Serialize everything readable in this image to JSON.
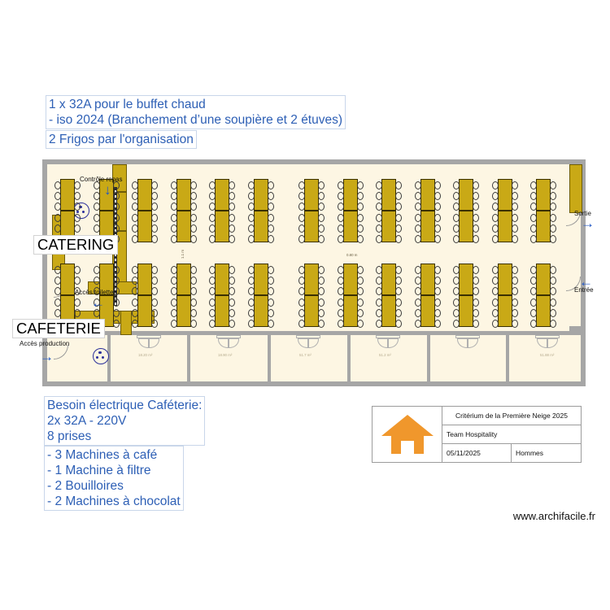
{
  "notes": {
    "buffet": "1 x 32A pour le buffet chaud\n- iso 2024 (Branchement d’une soupière et 2 étuves)",
    "frigos": "2 Frigos par l'organisation",
    "cafeterie_elec": "Besoin électrique Caféterie:\n2x 32A - 220V\n8 prises",
    "cafeterie_machines": "- 3 Machines à café\n- 1 Machine à filtre\n- 2 Bouilloires\n- 2 Machines à chocolat"
  },
  "plan": {
    "rooms": {
      "catering": "CATERING",
      "cafeterie": "CAFETERIE"
    },
    "labels": {
      "controle_repas": "Contrôle repas",
      "acces_toilettes": "Accès toilettes",
      "acces_production": "Accès production",
      "sortie": "Sortie",
      "entree": "Entrée"
    },
    "arrows": {
      "controle_repas": "↓",
      "acces_toilettes": "←",
      "acces_production": "→",
      "sortie": "→",
      "entree": "←"
    },
    "dimensions": {
      "vertical_aisle": "1.1 m",
      "horizontal_table": "0.80 m"
    },
    "room_areas": [
      "18.20 m²",
      "18.90 m²",
      "51.7 m²",
      "51.2 m²",
      "51.88 m²"
    ],
    "table_rows": [
      {
        "row": "top",
        "count": 13,
        "seats_per_side": 6
      },
      {
        "row": "bottom",
        "count": 13,
        "seats_per_side": 6
      }
    ]
  },
  "title_block": {
    "project": "Critérium de la Première Neige 2025",
    "team": "Team Hospitality",
    "date": "05/11/2025",
    "category": "Hommes",
    "logo_color": "#f0972c",
    "logo_icon": "house-icon"
  },
  "watermark": "www.archifacile.fr",
  "colors": {
    "note_text": "#2d5fb5",
    "furniture": "#c9a916",
    "wall": "#a6a6a6",
    "floor": "#fdf6e3",
    "arrow": "#1f55c4",
    "plug": "#2a2f9a"
  }
}
